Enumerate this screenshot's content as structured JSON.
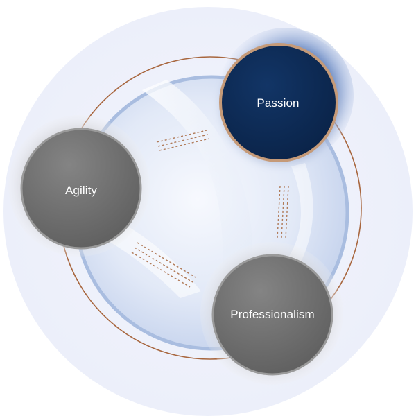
{
  "diagram": {
    "nodes": [
      {
        "id": "passion",
        "label": "Passion",
        "color": "#0b2a55"
      },
      {
        "id": "agility",
        "label": "Agility",
        "color": "#707070"
      },
      {
        "id": "professionalism",
        "label": "Professionalism",
        "color": "#6e6e6e"
      }
    ],
    "colors": {
      "background_disc": "#eef1fb",
      "ring_blue": "#9fb4d8",
      "ring_copper": "#a8663e",
      "node_border_copper": "#c59a78",
      "node_border_gray": "#9a9a9a"
    }
  }
}
